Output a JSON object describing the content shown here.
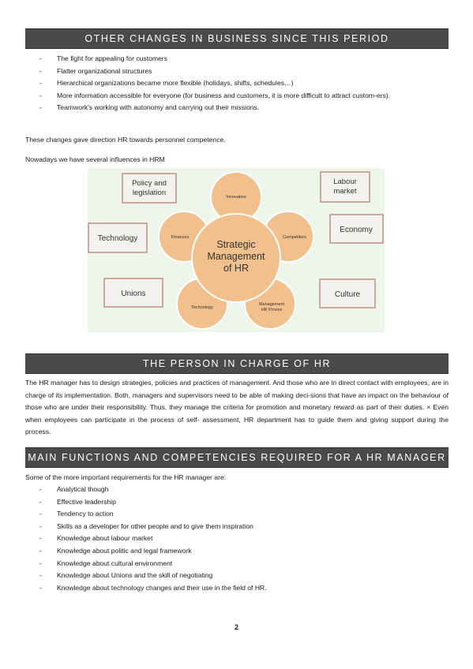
{
  "section1": {
    "title": "OTHER CHANGES IN BUSINESS SINCE THIS PERIOD",
    "items": [
      " The fight for appealing for customers",
      "Flatter organizational structures",
      "Hierarchical organizations became more flexible (holidays, shifts, schedules…)",
      "More information accessible for everyone (for business and customers, it is more difficult to attract custom-ers).",
      "Teamwork's working with autonomy and carrying out their missions."
    ],
    "para1": "These changes gave direction HR towards personnel competence.",
    "para2": "Nowadays we have several influences in HRM"
  },
  "diagram": {
    "center": [
      "Strategic",
      "Management",
      "of HR"
    ],
    "satellites": {
      "innovation": [
        "Innovation"
      ],
      "competitors": [
        "Competitors"
      ],
      "management": [
        "Management",
        "HR Proces"
      ],
      "technology": [
        "Technology"
      ],
      "finances": [
        "Finances"
      ]
    },
    "boxes": {
      "policy": [
        "Policy and",
        "legislation"
      ],
      "labour": [
        "Labour",
        "market"
      ],
      "technology": [
        "Technology"
      ],
      "economy": [
        "Economy"
      ],
      "unions": [
        "Unions"
      ],
      "culture": [
        "Culture"
      ]
    },
    "colors": {
      "background": "#eef5ea",
      "circle_fill": "#f2c08c",
      "circle_stroke": "#ffffff",
      "box_fill": "#f4f2ef",
      "box_border": "#b07a6a"
    }
  },
  "section2": {
    "title": "THE PERSON IN CHARGE OF HR",
    "para": "The HR manager has to design strategies, policies and practices of management. And those who are in direct contact with employees, are in charge of its implementation. Both, managers and supervisors need to be able of making deci-sions that have an impact on the behaviour of those who are under their responsibility. Thus, they manage the criteria for promotion and monetary reward as part of their duties. × Even when employees can participate in the process of self- assessment, HR department has to guide them and giving support during the process."
  },
  "section3": {
    "title": "MAIN FUNCTIONS AND COMPETENCIES REQUIRED FOR A HR MANAGER",
    "intro": "Some of the more important requirements for the HR manager are:",
    "items": [
      "Analytical though",
      "Effective leadership",
      "Tendency to action",
      "Skills as a developer for other people and to give them inspiration",
      "Knowledge about labour market",
      "Knowledge about politic and legal framework",
      "Knowledge about cultural environment",
      "Knowledge about Unions and the skill of negotiating",
      "Knowledge about technology changes and their use in the field of HR."
    ]
  },
  "footer": {
    "page_number": "2"
  }
}
